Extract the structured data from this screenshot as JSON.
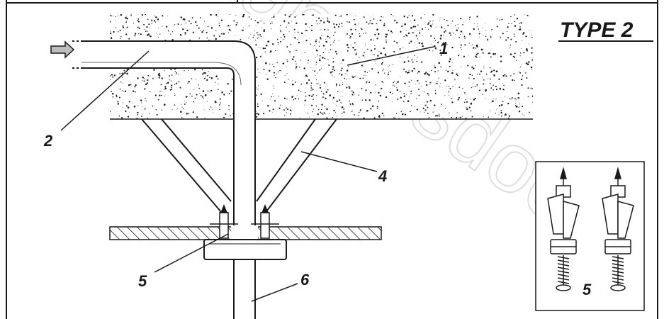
{
  "title": "TYPE 2",
  "watermark": "manualsdoor",
  "callouts": {
    "c1": "1",
    "c2": "2",
    "c4": "4",
    "c5_main": "5",
    "c6": "6",
    "c5_detail": "5"
  },
  "colors": {
    "ink": "#1a1a1a",
    "background": "#ffffff",
    "watermark": "#d6d6d6"
  },
  "icons": {
    "flow_arrow": "right-arrow-icon"
  }
}
